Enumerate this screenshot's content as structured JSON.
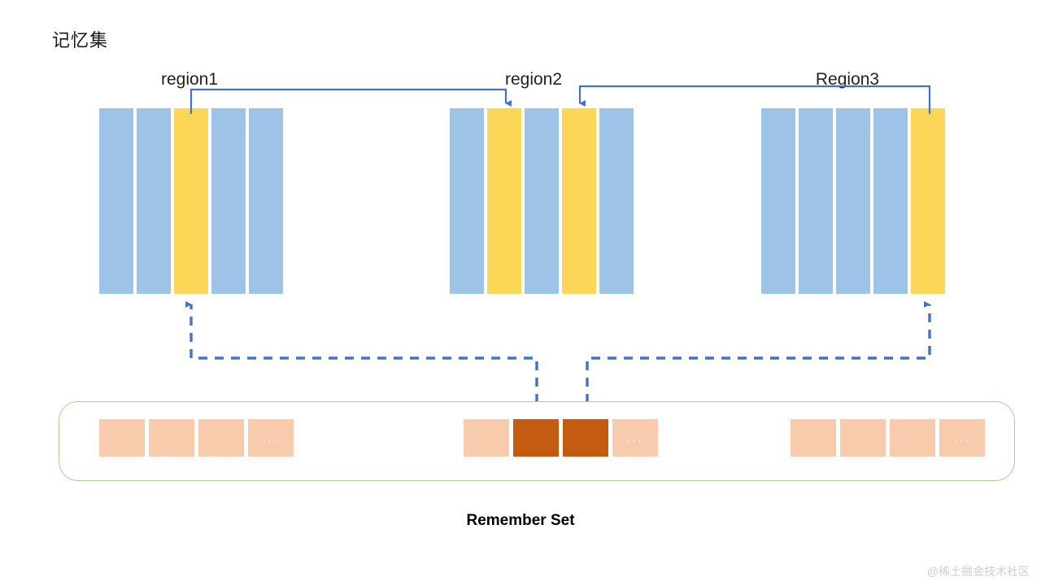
{
  "title": "记忆集",
  "colors": {
    "bar_blue": "#9dc3e6",
    "bar_yellow": "#fcd757",
    "connector_blue": "#4472c4",
    "rset_border_green": "#a9d18e",
    "rset_cell_peach": "#f8cbad",
    "rset_cell_dark": "#c55a11",
    "text": "#222222"
  },
  "regions": [
    {
      "label": "region1",
      "bars": [
        {
          "color": "blue"
        },
        {
          "color": "blue"
        },
        {
          "color": "yellow"
        },
        {
          "color": "blue"
        },
        {
          "color": "blue"
        }
      ]
    },
    {
      "label": "region2",
      "bars": [
        {
          "color": "blue"
        },
        {
          "color": "yellow"
        },
        {
          "color": "blue"
        },
        {
          "color": "yellow"
        },
        {
          "color": "blue"
        }
      ]
    },
    {
      "label": "Region3",
      "bars": [
        {
          "color": "blue"
        },
        {
          "color": "blue"
        },
        {
          "color": "blue"
        },
        {
          "color": "blue"
        },
        {
          "color": "yellow"
        }
      ]
    }
  ],
  "remember_set": {
    "caption": "Remember Set",
    "groups": [
      {
        "cells": [
          {
            "style": "peach",
            "text": ""
          },
          {
            "style": "peach",
            "text": ""
          },
          {
            "style": "peach",
            "text": ""
          },
          {
            "style": "peach",
            "text": "..."
          }
        ]
      },
      {
        "cells": [
          {
            "style": "peach",
            "text": ""
          },
          {
            "style": "dark",
            "text": ""
          },
          {
            "style": "dark",
            "text": ""
          },
          {
            "style": "peach",
            "text": "..."
          }
        ]
      },
      {
        "cells": [
          {
            "style": "peach",
            "text": ""
          },
          {
            "style": "peach",
            "text": ""
          },
          {
            "style": "peach",
            "text": ""
          },
          {
            "style": "peach",
            "text": "..."
          }
        ]
      }
    ]
  },
  "watermark": "@稀土掘金技术社区"
}
